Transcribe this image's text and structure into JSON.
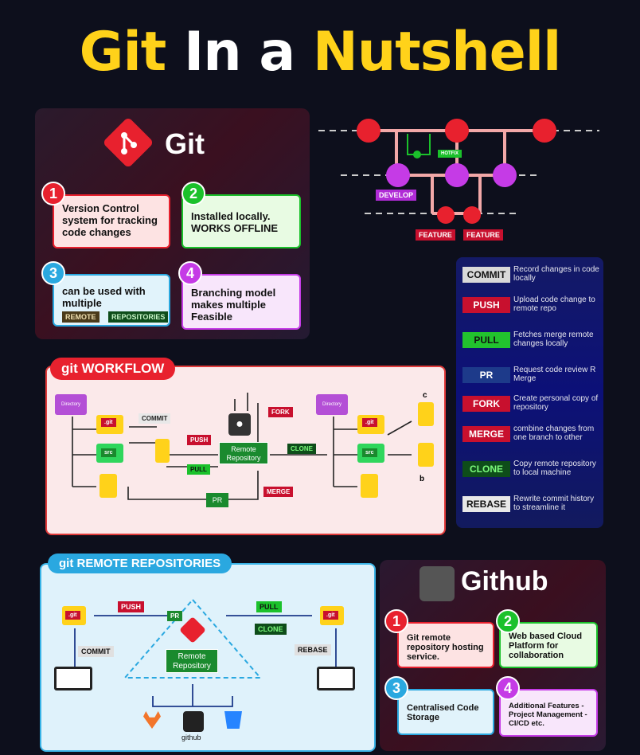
{
  "title": {
    "part1": "Git",
    "part2": "In a",
    "part3": "Nutshell"
  },
  "git_section": {
    "heading": "Git",
    "cards": [
      {
        "num": "1",
        "text": "Version Control system for tracking code changes"
      },
      {
        "num": "2",
        "text": "Installed locally. WORKS OFFLINE"
      },
      {
        "num": "3",
        "text": "can be used with multiple"
      },
      {
        "num": "4",
        "text": "Branching model makes multiple Feasible"
      }
    ],
    "tags": [
      "REMOTE",
      "REPOSITORIES"
    ]
  },
  "branch_diagram": {
    "hotfix": "HOTFIX",
    "develop": "DEVELOP",
    "feature1": "FEATURE",
    "feature2": "FEATURE"
  },
  "workflow": {
    "heading": "git WORKFLOW",
    "directory": "Directory",
    "git_folder": ".git",
    "src_folder": "src",
    "remote_repo": "Remote Repository",
    "pr": "PR",
    "labels": {
      "commit": "COMMIT",
      "push": "PUSH",
      "pull": "PULL",
      "fork": "FORK",
      "clone": "CLONE",
      "merge": "MERGE"
    },
    "c": "c",
    "b": "b"
  },
  "commands": [
    {
      "name": "COMMIT",
      "desc": "Record changes in code locally",
      "bg": "#d9d9d9",
      "fg": "#111"
    },
    {
      "name": "PUSH",
      "desc": "Upload code change to remote repo",
      "bg": "#c8102e",
      "fg": "#fff"
    },
    {
      "name": "PULL",
      "desc": "Fetches merge remote changes locally",
      "bg": "#22c22e",
      "fg": "#111"
    },
    {
      "name": "PR",
      "desc": "Request code review R Merge",
      "bg": "#1d3a8a",
      "fg": "#fff"
    },
    {
      "name": "FORK",
      "desc": "Create personal copy of repository",
      "bg": "#c8102e",
      "fg": "#fff"
    },
    {
      "name": "MERGE",
      "desc": "combine changes from one branch to other",
      "bg": "#c8102e",
      "fg": "#fff"
    },
    {
      "name": "CLONE",
      "desc": "Copy remote repository to local machine",
      "bg": "#0e4d1a",
      "fg": "#7CFC7C"
    },
    {
      "name": "REBASE",
      "desc": "Rewrite commit history to streamline it",
      "bg": "#e8e8e8",
      "fg": "#111"
    }
  ],
  "remote_repos": {
    "heading": "git REMOTE REPOSITORIES",
    "git_folder": ".git",
    "remote_repo": "Remote Repository",
    "pr": "PR",
    "labels": {
      "push": "PUSH",
      "pull": "PULL",
      "clone": "CLONE",
      "commit": "COMMIT",
      "rebase": "REBASE"
    },
    "github": "github"
  },
  "github_section": {
    "heading": "Github",
    "cards": [
      {
        "num": "1",
        "text": "Git remote repository hosting service."
      },
      {
        "num": "2",
        "text": "Web based Cloud Platform for collaboration"
      },
      {
        "num": "3",
        "text": "Centralised Code Storage"
      },
      {
        "num": "4",
        "text": "Additional Features -Project Management -CI/CD etc."
      }
    ]
  },
  "colors": {
    "yellow": "#ffd21a",
    "red": "#e8212e",
    "purple": "#c53be6",
    "green": "#1bc12b",
    "blue": "#2aa8e0"
  }
}
